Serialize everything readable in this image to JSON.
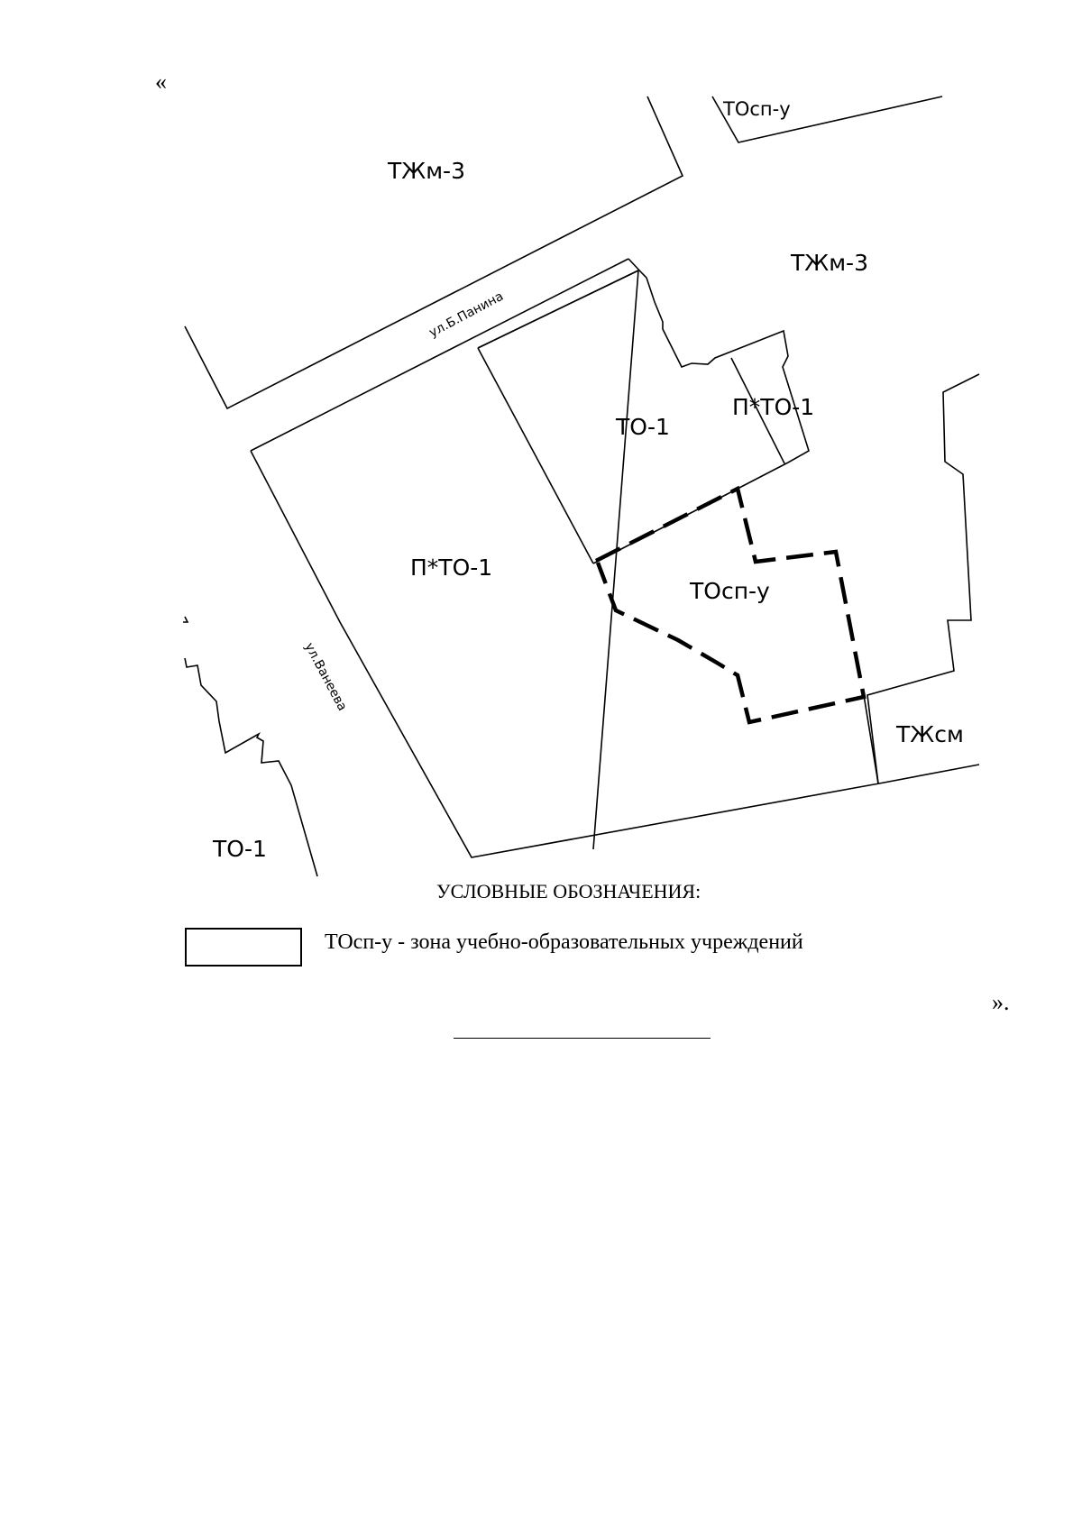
{
  "quotes": {
    "open": "«",
    "close": "»."
  },
  "map": {
    "zones": {
      "tzhm3_top": "ТЖм-3",
      "tzhm3_right": "ТЖм-3",
      "tosp_u_top": "ТОсп-у",
      "to1_center": "ТО-1",
      "p_to1_small": "П*ТО-1",
      "p_to1_large": "П*ТО-1",
      "tosp_u_main": "ТОсп-у",
      "tzhsm": "ТЖсм",
      "to1_bottom": "ТО-1"
    },
    "streets": {
      "panina": "ул.Б.Панина",
      "vaneeva": "ул.Ванеева"
    },
    "highlighted_zone": "ТОсп-у"
  },
  "legend": {
    "title": "УСЛОВНЫЕ ОБОЗНАЧЕНИЯ:",
    "items": [
      {
        "text": "ТОсп-у - зона учебно-образовательных учреждений",
        "line_style": "solid"
      }
    ]
  },
  "colors": {
    "line": "#000000",
    "background": "#ffffff"
  }
}
